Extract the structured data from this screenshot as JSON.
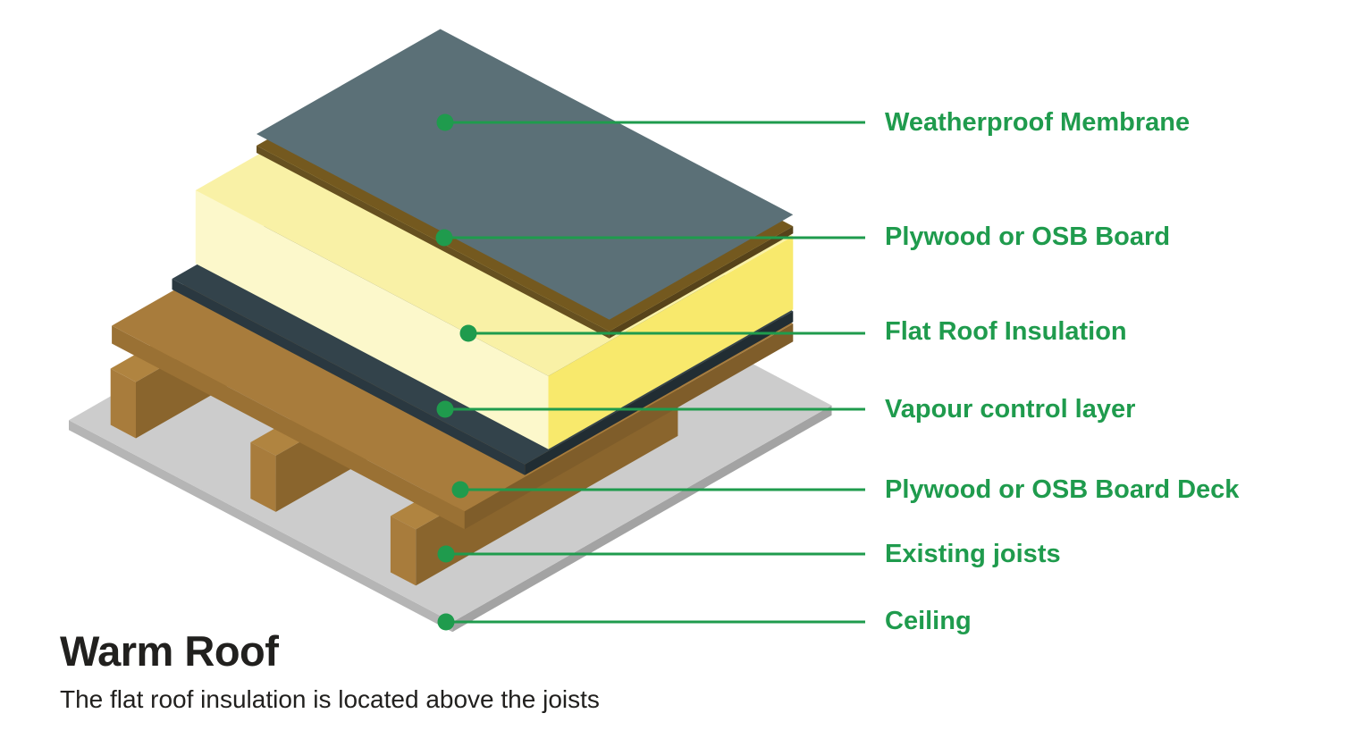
{
  "title": "Warm Roof",
  "subtitle": "The flat roof insulation is located above the joists",
  "accent_green": "#1F9B4D",
  "text_color": "#21201E",
  "labels": [
    {
      "key": "membrane",
      "text": "Weatherproof Membrane"
    },
    {
      "key": "board",
      "text": "Plywood or OSB Board"
    },
    {
      "key": "insulation",
      "text": "Flat Roof Insulation"
    },
    {
      "key": "vapour",
      "text": "Vapour control layer"
    },
    {
      "key": "deck",
      "text": "Plywood or OSB Board Deck"
    },
    {
      "key": "joists",
      "text": "Existing joists"
    },
    {
      "key": "ceiling",
      "text": "Ceiling"
    }
  ],
  "layer_colors": {
    "membrane": {
      "top": "#5B7077",
      "left": "#4E6168",
      "right": "#46575D"
    },
    "board": {
      "top": "#74591F",
      "left": "#665020",
      "right": "#57431A"
    },
    "insulation": {
      "top": "#F9F1A6",
      "left": "#FCF8CB",
      "right": "#F8E96C"
    },
    "vapour": {
      "top": "#33434B",
      "left": "#2A3840",
      "right": "#212D33"
    },
    "deck": {
      "top": "#A87C3C",
      "left": "#9A7134",
      "right": "#7F5D2A"
    },
    "joist": {
      "top": "#B08440",
      "left": "#A87C3C",
      "right": "#8A652D"
    },
    "ceiling": {
      "top": "#CCCCCC",
      "left": "#B5B5B5",
      "right": "#A3A3A3"
    }
  }
}
